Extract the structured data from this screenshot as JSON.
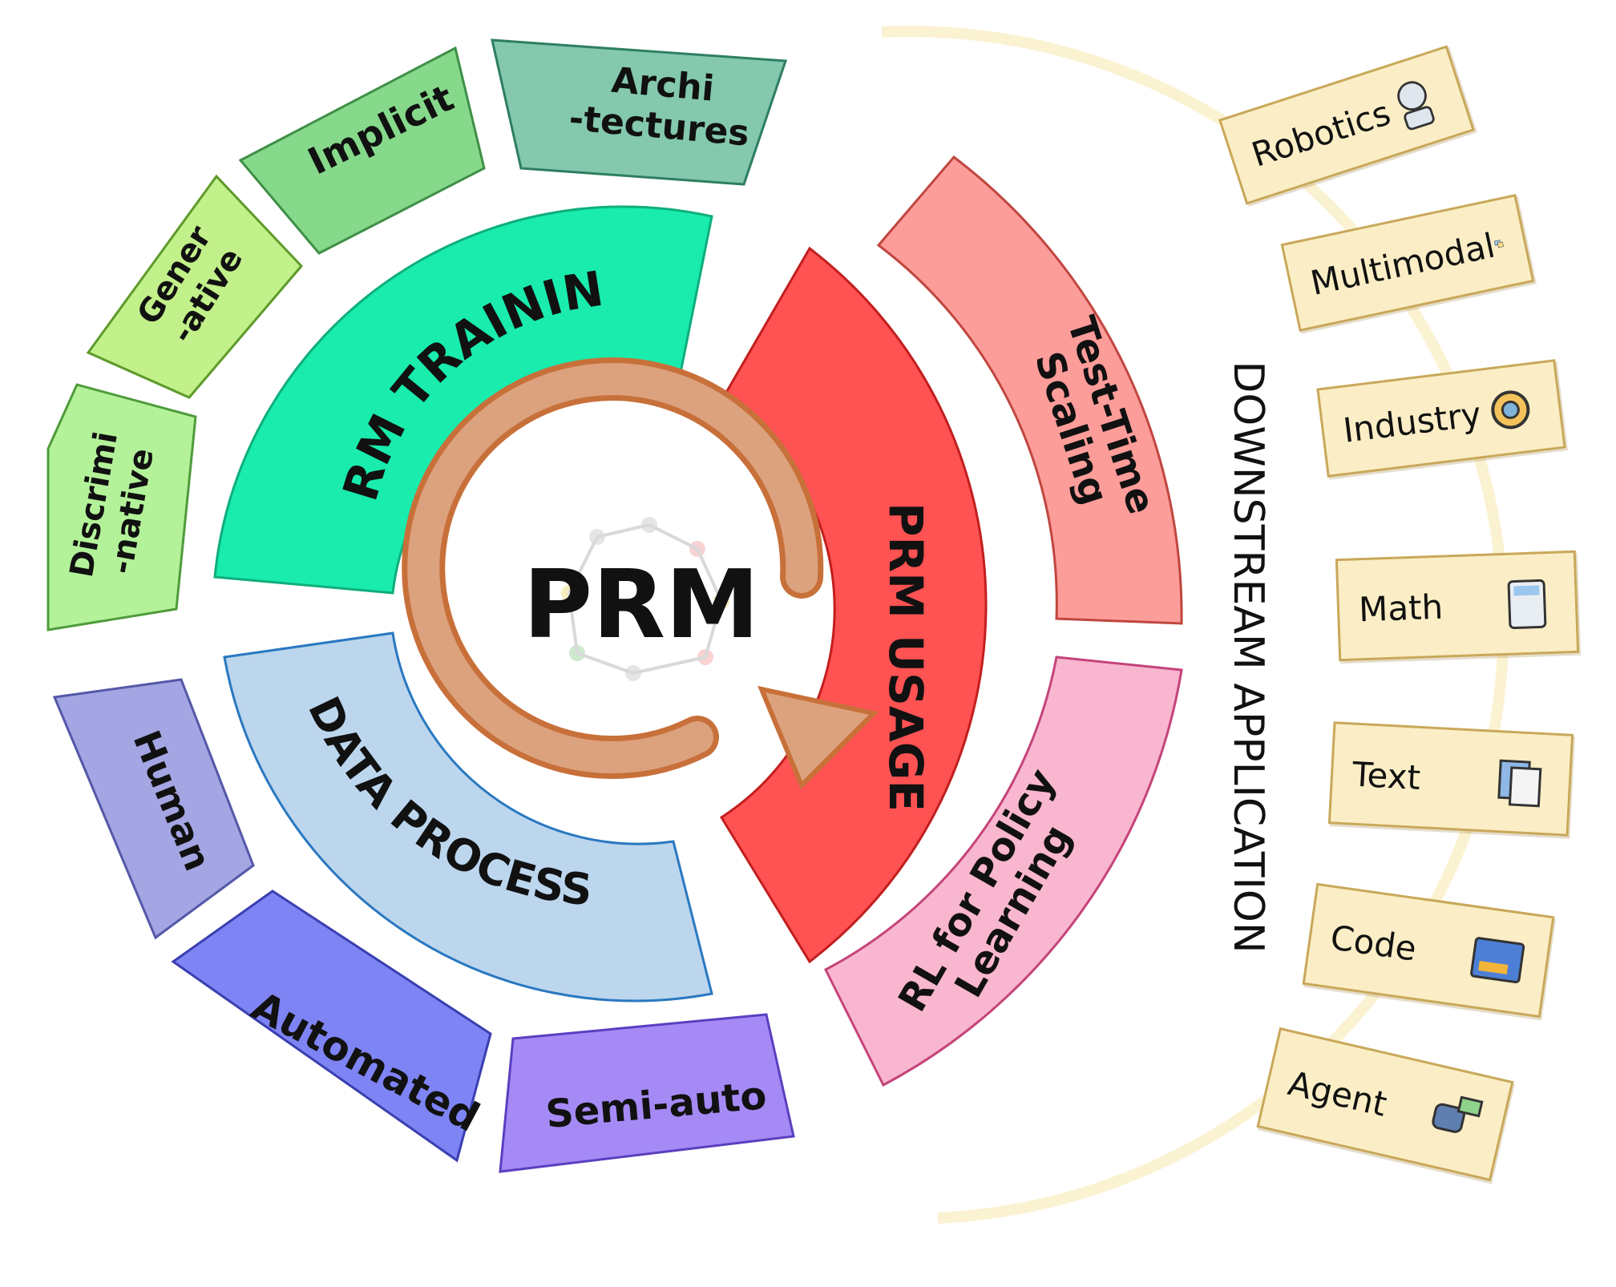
{
  "center": {
    "label": "PRM"
  },
  "quadrants": {
    "training": {
      "label": "PRM TRAINING",
      "color": "#19ecac"
    },
    "usage": {
      "label": "PRM USAGE",
      "color": "#ff5252"
    },
    "data": {
      "label": "DATA PROCESS",
      "color": "#bcd6ee"
    }
  },
  "training_items": [
    {
      "label1": "Discrimi",
      "label2": "-native",
      "color": "#b4f29a"
    },
    {
      "label1": "Gener",
      "label2": "-ative",
      "color": "#c2f08a"
    },
    {
      "label1": "Implicit",
      "label2": "",
      "color": "#86d98a"
    },
    {
      "label1": "Archi",
      "label2": "-tectures",
      "color": "#84c8ad"
    }
  ],
  "data_items": [
    {
      "label": "Human",
      "color": "#a3a6e2"
    },
    {
      "label": "Automated",
      "color": "#7e84f4"
    },
    {
      "label": "Semi-auto",
      "color": "#a58af6"
    }
  ],
  "usage_items": [
    {
      "label1": "Test-Time",
      "label2": "Scaling",
      "color": "#fd9d9a"
    },
    {
      "label1": "RL for Policy",
      "label2": "Learning",
      "color": "#f9b6cf"
    }
  ],
  "downstream": {
    "title": "DOWNSTREAM APPLICATION",
    "items": [
      "Robotics",
      "Multimodal",
      "Industry",
      "Math",
      "Text",
      "Code",
      "Agent"
    ]
  }
}
